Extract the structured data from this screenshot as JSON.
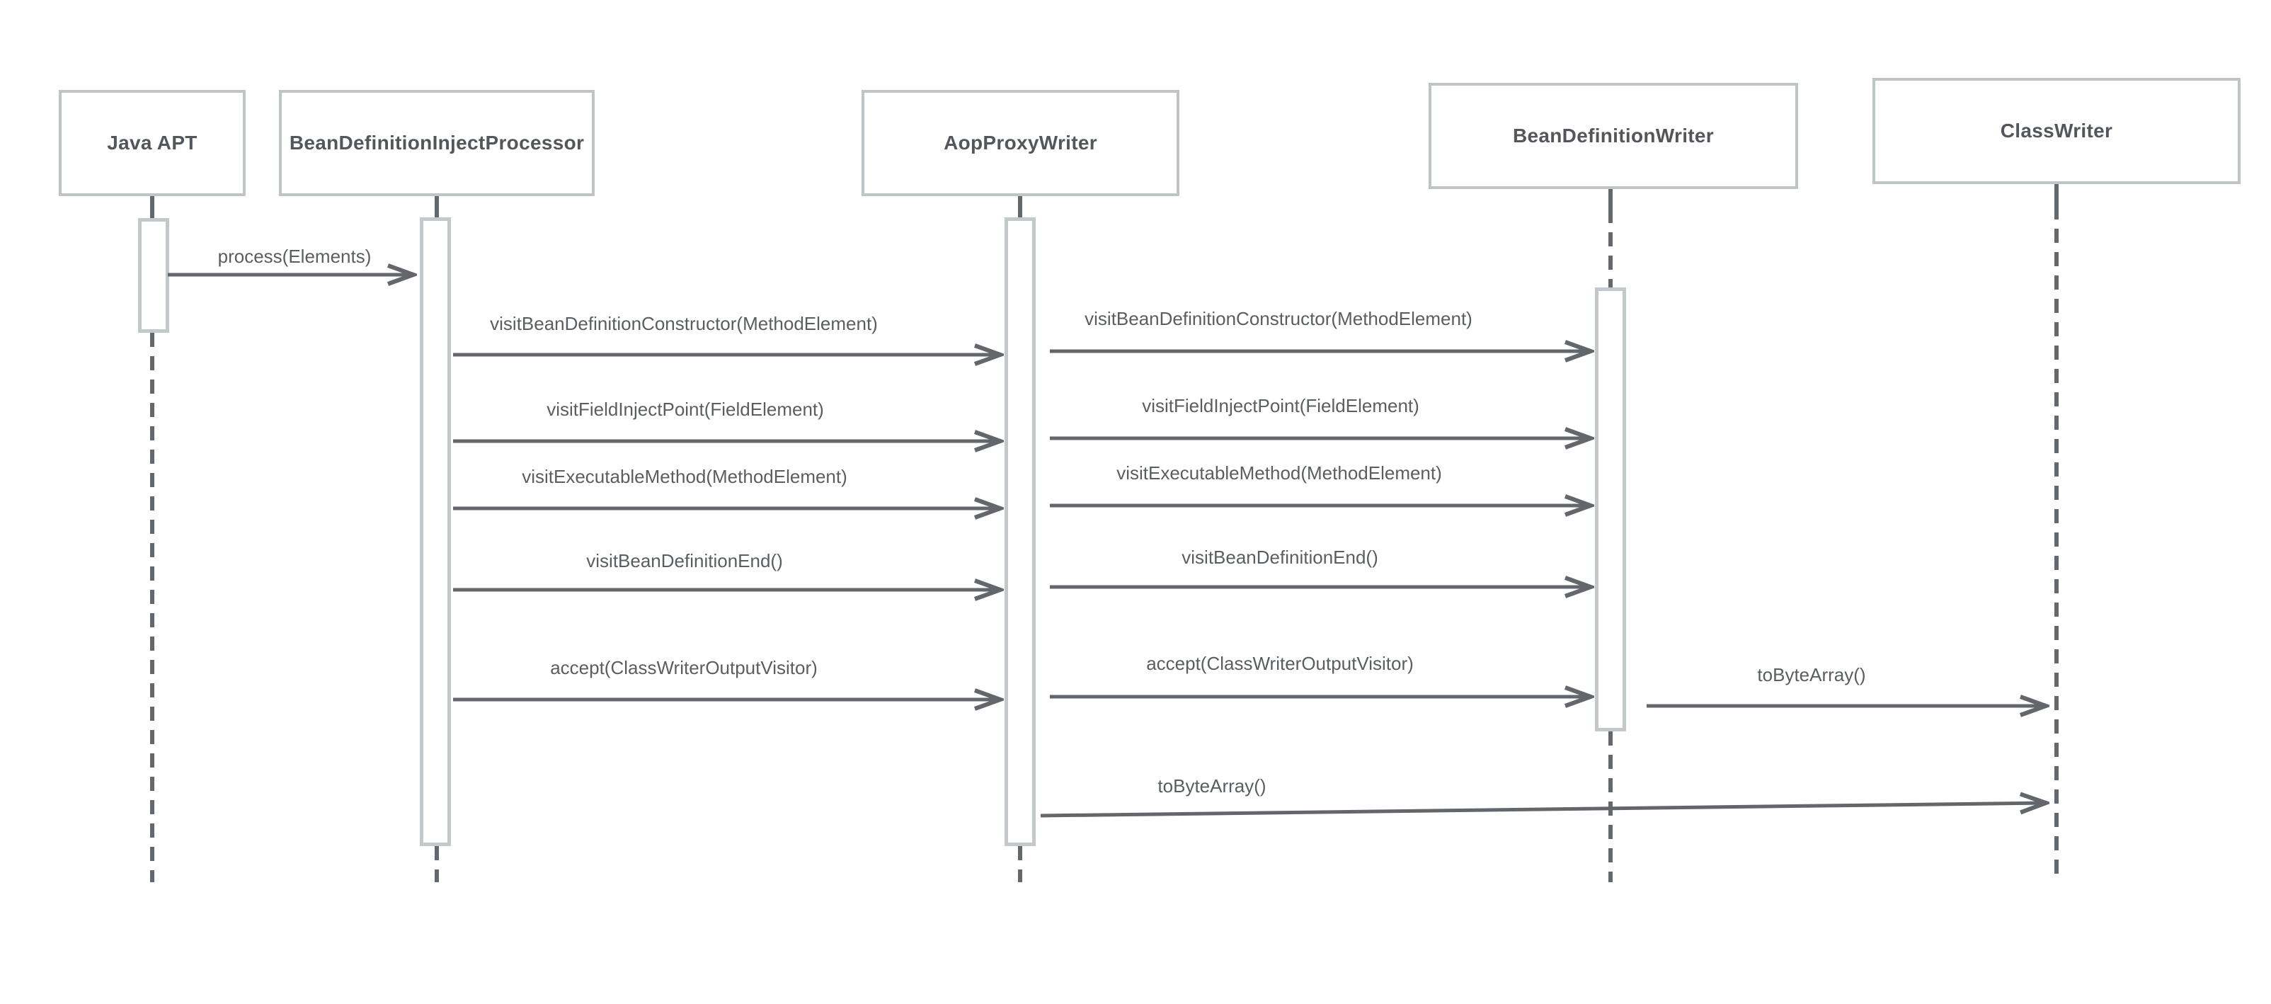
{
  "diagram": {
    "type": "uml-sequence-diagram",
    "background": "#ffffff",
    "colors": {
      "box_border": "#bfc4c7",
      "box_text": "#53575b",
      "message_text": "#5a5e62",
      "arrow": "#63676b",
      "lifeline": "#64686c"
    },
    "participants": [
      {
        "name": "Java APT"
      },
      {
        "name": "BeanDefinitionInjectProcessor"
      },
      {
        "name": "AopProxyWriter"
      },
      {
        "name": "BeanDefinitionWriter"
      },
      {
        "name": "ClassWriter"
      }
    ],
    "messages": [
      {
        "from": "Java APT",
        "to": "BeanDefinitionInjectProcessor",
        "label": "process(Elements)"
      },
      {
        "from": "BeanDefinitionInjectProcessor",
        "to": "AopProxyWriter",
        "label": "visitBeanDefinitionConstructor(MethodElement)"
      },
      {
        "from": "AopProxyWriter",
        "to": "BeanDefinitionWriter",
        "label": "visitBeanDefinitionConstructor(MethodElement)"
      },
      {
        "from": "BeanDefinitionInjectProcessor",
        "to": "AopProxyWriter",
        "label": "visitFieldInjectPoint(FieldElement)"
      },
      {
        "from": "AopProxyWriter",
        "to": "BeanDefinitionWriter",
        "label": "visitFieldInjectPoint(FieldElement)"
      },
      {
        "from": "BeanDefinitionInjectProcessor",
        "to": "AopProxyWriter",
        "label": "visitExecutableMethod(MethodElement)"
      },
      {
        "from": "AopProxyWriter",
        "to": "BeanDefinitionWriter",
        "label": "visitExecutableMethod(MethodElement)"
      },
      {
        "from": "BeanDefinitionInjectProcessor",
        "to": "AopProxyWriter",
        "label": "visitBeanDefinitionEnd()"
      },
      {
        "from": "AopProxyWriter",
        "to": "BeanDefinitionWriter",
        "label": "visitBeanDefinitionEnd()"
      },
      {
        "from": "BeanDefinitionInjectProcessor",
        "to": "AopProxyWriter",
        "label": "accept(ClassWriterOutputVisitor)"
      },
      {
        "from": "AopProxyWriter",
        "to": "BeanDefinitionWriter",
        "label": "accept(ClassWriterOutputVisitor)"
      },
      {
        "from": "BeanDefinitionWriter",
        "to": "ClassWriter",
        "label": "toByteArray()"
      },
      {
        "from": "AopProxyWriter",
        "to": "ClassWriter",
        "label": "toByteArray()"
      }
    ]
  }
}
